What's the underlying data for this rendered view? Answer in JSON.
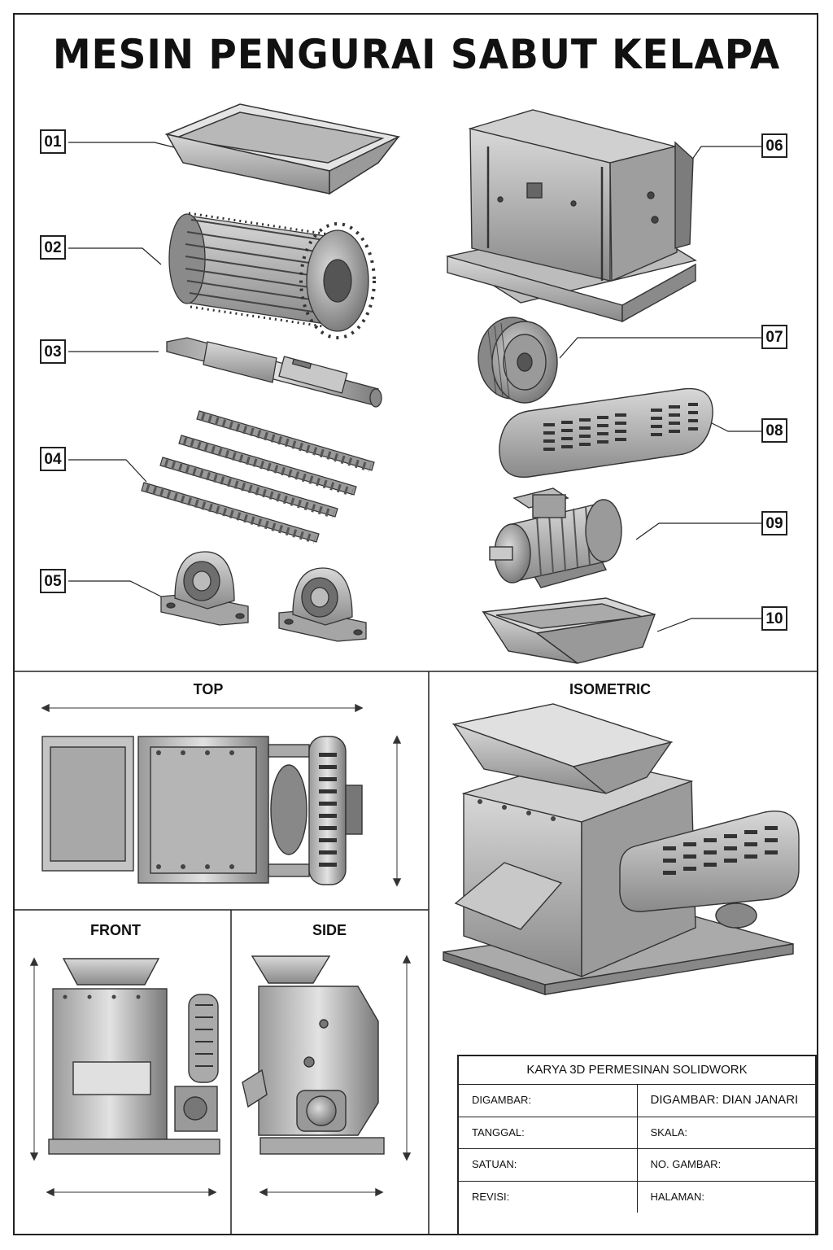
{
  "title": "MESIN PENGURAI SABUT KELAPA",
  "callouts": [
    "01",
    "02",
    "03",
    "04",
    "05",
    "06",
    "07",
    "08",
    "09",
    "10"
  ],
  "views": {
    "top": "TOP",
    "isometric": "ISOMETRIC",
    "front": "FRONT",
    "side": "SIDE"
  },
  "title_block": {
    "heading": "KARYA 3D PERMESINAN SOLIDWORK",
    "rows": [
      {
        "left": "DIGAMBAR:",
        "right": "DIGAMBAR: DIAN JANARI"
      },
      {
        "left": "TANGGAL:",
        "right": "SKALA:"
      },
      {
        "left": "SATUAN:",
        "right": "NO. GAMBAR:"
      },
      {
        "left": "REVISI:",
        "right": "HALAMAN:"
      }
    ]
  }
}
